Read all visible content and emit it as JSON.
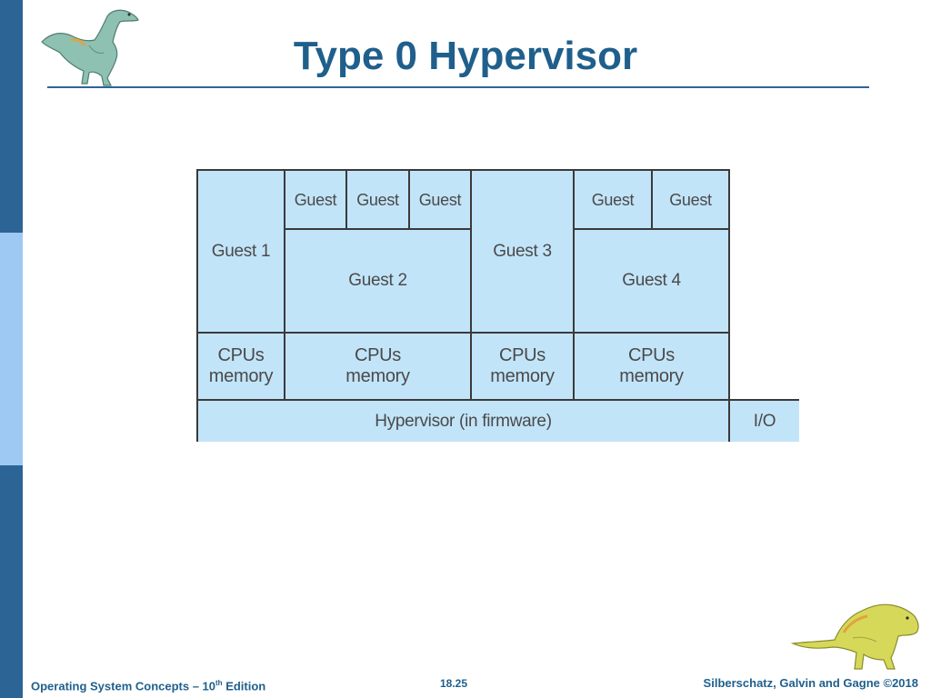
{
  "slide": {
    "title": "Type 0 Hypervisor",
    "footer": {
      "book_title": "Operating System Concepts – 10",
      "book_superscript": "th",
      "book_edition": " Edition",
      "page_number": "18.25",
      "copyright": "Silberschatz, Galvin and Gagne ©2018"
    },
    "colors": {
      "sidebar_dark": "#2d6496",
      "sidebar_light": "#9ec9f3",
      "title": "#1f5f8c",
      "cell_fill": "#c2e4f8"
    },
    "icons": [
      "dinosaur-icon",
      "dinosaur-icon"
    ]
  },
  "diagram": {
    "guest_1": "Guest 1",
    "guest_2": "Guest 2",
    "guest_3": "Guest 3",
    "guest_4": "Guest 4",
    "guest_2_subguests": [
      "Guest",
      "Guest",
      "Guest"
    ],
    "guest_4_subguests": [
      "Guest",
      "Guest"
    ],
    "cpu_memory": [
      "CPUs\nmemory",
      "CPUs\nmemory",
      "CPUs\nmemory",
      "CPUs\nmemory"
    ],
    "hypervisor": "Hypervisor (in firmware)",
    "io": "I/O"
  }
}
